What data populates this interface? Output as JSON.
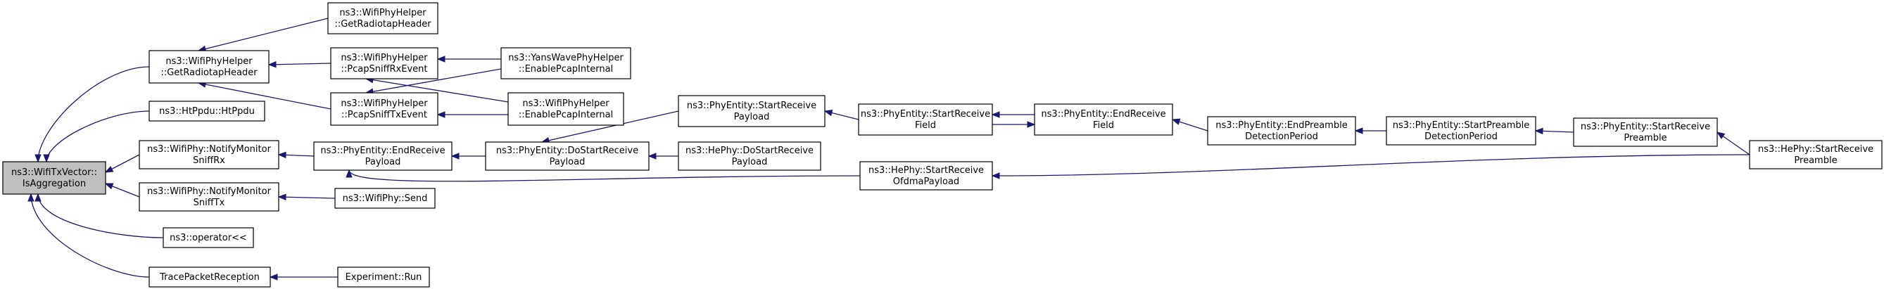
{
  "graph": {
    "nodes": [
      {
        "id": "root",
        "lines": [
          "ns3::WifiTxVector::",
          "IsAggregation"
        ],
        "highlight": true
      },
      {
        "id": "hdr_main",
        "lines": [
          "ns3::WifiPhyHelper",
          "::GetRadiotapHeader"
        ]
      },
      {
        "id": "hdr_top",
        "lines": [
          "ns3::WifiPhyHelper",
          "::GetRadiotapHeader"
        ]
      },
      {
        "id": "sniffrx_ev",
        "lines": [
          "ns3::WifiPhyHelper",
          "::PcapSniffRxEvent"
        ]
      },
      {
        "id": "snifftx_ev",
        "lines": [
          "ns3::WifiPhyHelper",
          "::PcapSniffTxEvent"
        ]
      },
      {
        "id": "yans_pcap",
        "lines": [
          "ns3::YansWavePhyHelper",
          "::EnablePcapInternal"
        ]
      },
      {
        "id": "wifi_pcap",
        "lines": [
          "ns3::WifiPhyHelper",
          "::EnablePcapInternal"
        ]
      },
      {
        "id": "htppdu",
        "lines": [
          "ns3::HtPpdu::HtPpdu"
        ]
      },
      {
        "id": "notify_rx",
        "lines": [
          "ns3::WifiPhy::NotifyMonitor",
          "SniffRx"
        ]
      },
      {
        "id": "end_rx_payload",
        "lines": [
          "ns3::PhyEntity::EndReceive",
          "Payload"
        ]
      },
      {
        "id": "do_start_payload",
        "lines": [
          "ns3::PhyEntity::DoStartReceive",
          "Payload"
        ]
      },
      {
        "id": "he_do_start",
        "lines": [
          "ns3::HePhy::DoStartReceive",
          "Payload"
        ]
      },
      {
        "id": "start_rx_payload",
        "lines": [
          "ns3::PhyEntity::StartReceive",
          "Payload"
        ]
      },
      {
        "id": "start_rx_field",
        "lines": [
          "ns3::PhyEntity::StartReceive",
          "Field"
        ]
      },
      {
        "id": "end_rx_field",
        "lines": [
          "ns3::PhyEntity::EndReceive",
          "Field"
        ]
      },
      {
        "id": "end_preamble",
        "lines": [
          "ns3::PhyEntity::EndPreamble",
          "DetectionPeriod"
        ]
      },
      {
        "id": "start_preamble_det",
        "lines": [
          "ns3::PhyEntity::StartPreamble",
          "DetectionPeriod"
        ]
      },
      {
        "id": "start_rx_preamble",
        "lines": [
          "ns3::PhyEntity::StartReceive",
          "Preamble"
        ]
      },
      {
        "id": "he_start_preamble",
        "lines": [
          "ns3::HePhy::StartReceive",
          "Preamble"
        ]
      },
      {
        "id": "he_ofdma",
        "lines": [
          "ns3::HePhy::StartReceive",
          "OfdmaPayload"
        ]
      },
      {
        "id": "notify_tx",
        "lines": [
          "ns3::WifiPhy::NotifyMonitor",
          "SniffTx"
        ]
      },
      {
        "id": "wifiphy_send",
        "lines": [
          "ns3::WifiPhy::Send"
        ]
      },
      {
        "id": "operator",
        "lines": [
          "ns3::operator<<"
        ]
      },
      {
        "id": "trace",
        "lines": [
          "TracePacketReception"
        ]
      },
      {
        "id": "experiment",
        "lines": [
          "Experiment::Run"
        ]
      }
    ],
    "edges": [
      {
        "from": "hdr_main",
        "to": "root"
      },
      {
        "from": "htppdu",
        "to": "root"
      },
      {
        "from": "notify_rx",
        "to": "root"
      },
      {
        "from": "notify_tx",
        "to": "root"
      },
      {
        "from": "operator",
        "to": "root"
      },
      {
        "from": "trace",
        "to": "root"
      },
      {
        "from": "hdr_top",
        "to": "hdr_main"
      },
      {
        "from": "sniffrx_ev",
        "to": "hdr_main"
      },
      {
        "from": "snifftx_ev",
        "to": "hdr_main"
      },
      {
        "from": "yans_pcap",
        "to": "sniffrx_ev"
      },
      {
        "from": "wifi_pcap",
        "to": "sniffrx_ev"
      },
      {
        "from": "yans_pcap",
        "to": "snifftx_ev"
      },
      {
        "from": "wifi_pcap",
        "to": "snifftx_ev"
      },
      {
        "from": "end_rx_payload",
        "to": "notify_rx"
      },
      {
        "from": "do_start_payload",
        "to": "end_rx_payload"
      },
      {
        "from": "he_ofdma",
        "to": "end_rx_payload"
      },
      {
        "from": "start_rx_payload",
        "to": "do_start_payload"
      },
      {
        "from": "he_do_start",
        "to": "do_start_payload"
      },
      {
        "from": "start_rx_field",
        "to": "start_rx_payload"
      },
      {
        "from": "end_rx_field",
        "to": "start_rx_field"
      },
      {
        "from": "start_rx_field",
        "to": "end_rx_field"
      },
      {
        "from": "end_preamble",
        "to": "end_rx_field"
      },
      {
        "from": "start_preamble_det",
        "to": "end_preamble"
      },
      {
        "from": "start_rx_preamble",
        "to": "start_preamble_det"
      },
      {
        "from": "he_start_preamble",
        "to": "start_rx_preamble"
      },
      {
        "from": "he_start_preamble",
        "to": "he_ofdma"
      },
      {
        "from": "wifiphy_send",
        "to": "notify_tx"
      },
      {
        "from": "experiment",
        "to": "trace"
      }
    ]
  },
  "colors": {
    "edge": "#191970",
    "root_fill": "#bfbfbf",
    "node_fill": "#ffffff",
    "node_border": "#000000"
  }
}
